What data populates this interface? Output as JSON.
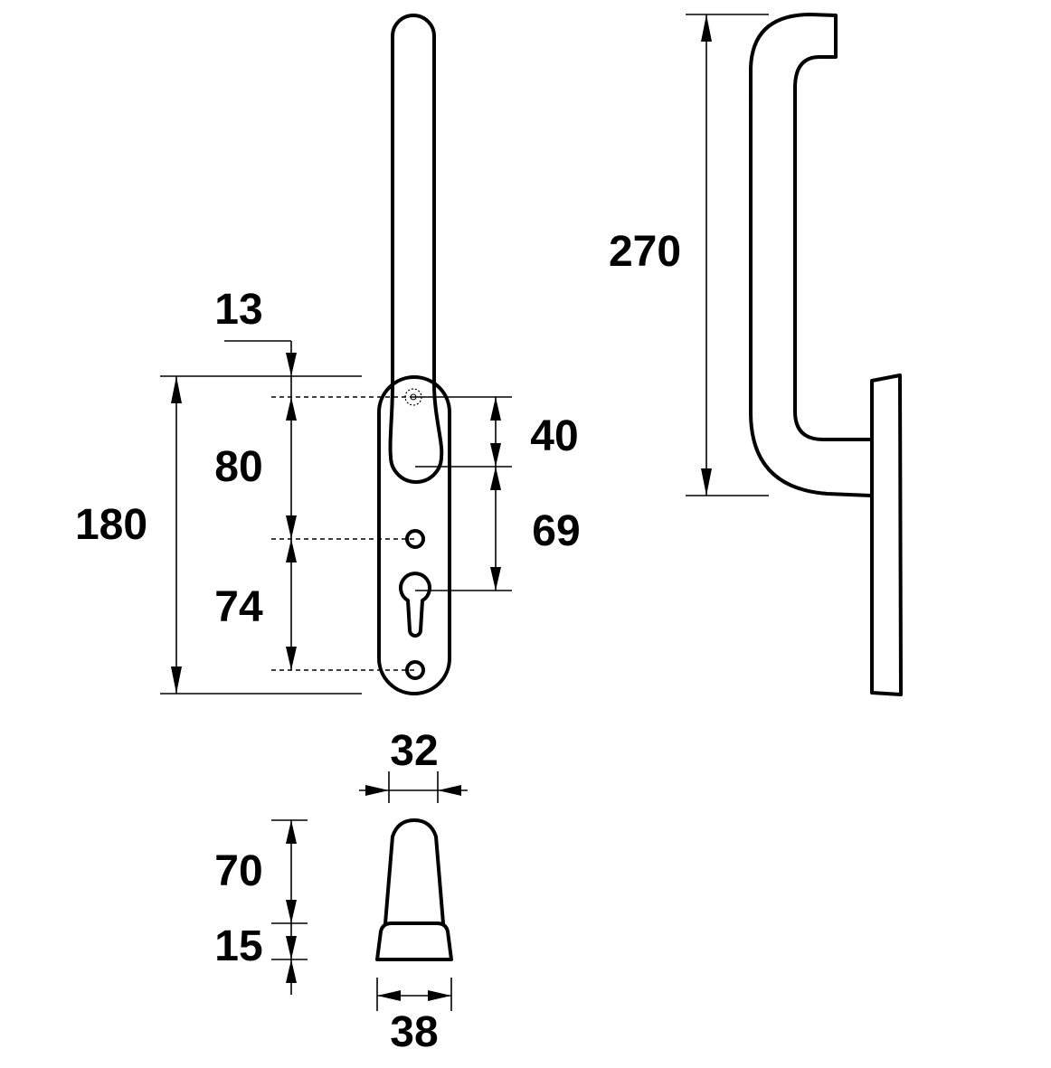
{
  "dimensions": {
    "d13": "13",
    "d40": "40",
    "d69": "69",
    "d80": "80",
    "d180": "180",
    "d74": "74",
    "d270": "270",
    "d32": "32",
    "d70": "70",
    "d15": "15",
    "d38": "38"
  }
}
